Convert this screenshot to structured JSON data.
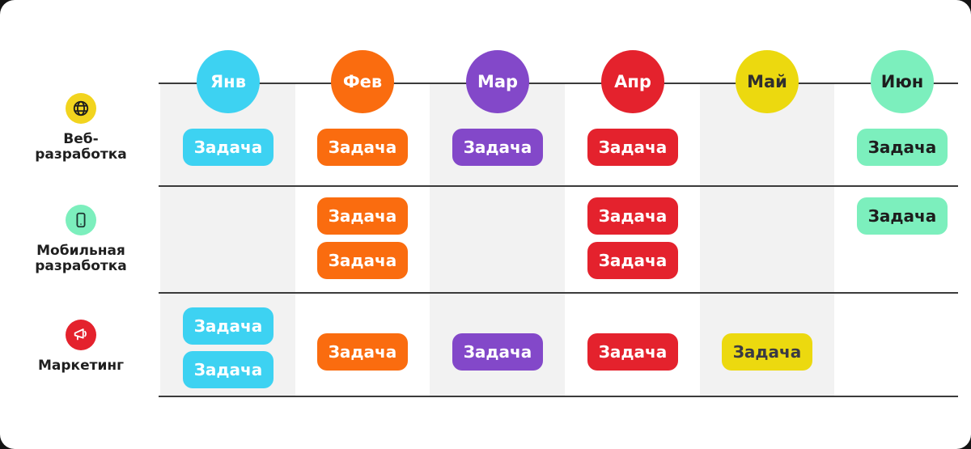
{
  "task_label": "Задача",
  "palette": {
    "cyan": "#3DD2F2",
    "orange": "#FA6C0F",
    "purple": "#8348C9",
    "red": "#E4222D",
    "yellow": "#ECD90F",
    "mint": "#7CEFBD",
    "text_light": "#FFFFFF",
    "text_dark": "#1D1D1D",
    "text_on_yellow": "#3A3A44",
    "stripe": "#F2F2F2",
    "line": "#3B3B3B",
    "canvas_bg": "#FFFFFF"
  },
  "timeline": {
    "months": [
      {
        "label": "Янв",
        "color": "#3DD2F2",
        "text_color": "#FFFFFF"
      },
      {
        "label": "Фев",
        "color": "#FA6C0F",
        "text_color": "#FFFFFF"
      },
      {
        "label": "Мар",
        "color": "#8348C9",
        "text_color": "#FFFFFF"
      },
      {
        "label": "Апр",
        "color": "#E4222D",
        "text_color": "#FFFFFF"
      },
      {
        "label": "Май",
        "color": "#ECD90F",
        "text_color": "#2F2F2F"
      },
      {
        "label": "Июн",
        "color": "#7CEFBD",
        "text_color": "#1D1D1D"
      }
    ]
  },
  "categories": [
    {
      "label_line1": "Веб-",
      "label_line2": "разработка",
      "icon": "globe-icon",
      "icon_bg": "#F2D41E",
      "icon_color": "#1E1E1E"
    },
    {
      "label_line1": "Мобильная",
      "label_line2": "разработка",
      "icon": "smartphone-icon",
      "icon_bg": "#7CEFBD",
      "icon_color": "#1E3732"
    },
    {
      "label_line1": "Маркетинг",
      "label_line2": "",
      "icon": "megaphone-icon",
      "icon_bg": "#E4222D",
      "icon_color": "#FFFFFF"
    }
  ],
  "tasks": [
    {
      "row": "Веб-разработка",
      "month": "Янв",
      "color_key": "cyan"
    },
    {
      "row": "Веб-разработка",
      "month": "Фев",
      "color_key": "orange"
    },
    {
      "row": "Веб-разработка",
      "month": "Мар",
      "color_key": "purple"
    },
    {
      "row": "Веб-разработка",
      "month": "Апр",
      "color_key": "red"
    },
    {
      "row": "Веб-разработка",
      "month": "Июн",
      "color_key": "mint"
    },
    {
      "row": "Мобильная разработка",
      "month": "Фев",
      "color_key": "orange"
    },
    {
      "row": "Мобильная разработка",
      "month": "Фев",
      "color_key": "orange"
    },
    {
      "row": "Мобильная разработка",
      "month": "Апр",
      "color_key": "red"
    },
    {
      "row": "Мобильная разработка",
      "month": "Апр",
      "color_key": "red"
    },
    {
      "row": "Мобильная разработка",
      "month": "Июн",
      "color_key": "mint"
    },
    {
      "row": "Маркетинг",
      "month": "Янв",
      "color_key": "cyan"
    },
    {
      "row": "Маркетинг",
      "month": "Янв",
      "color_key": "cyan"
    },
    {
      "row": "Маркетинг",
      "month": "Фев",
      "color_key": "orange"
    },
    {
      "row": "Маркетинг",
      "month": "Мар",
      "color_key": "purple"
    },
    {
      "row": "Маркетинг",
      "month": "Апр",
      "color_key": "red"
    },
    {
      "row": "Маркетинг",
      "month": "Май",
      "color_key": "yellow"
    }
  ]
}
